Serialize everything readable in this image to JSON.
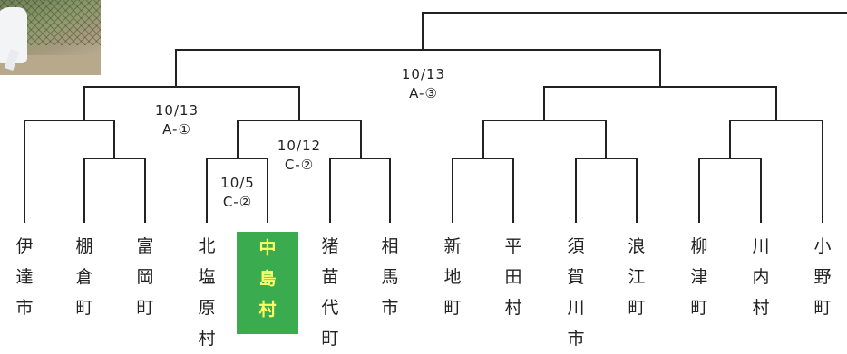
{
  "teams": [
    {
      "name": "伊達市"
    },
    {
      "name": "棚倉町"
    },
    {
      "name": "富岡町"
    },
    {
      "name": "北塩原村"
    },
    {
      "name": "中島村",
      "highlight": true
    },
    {
      "name": "猪苗代町"
    },
    {
      "name": "相馬市"
    },
    {
      "name": "新地町"
    },
    {
      "name": "平田村"
    },
    {
      "name": "須賀川市"
    },
    {
      "name": "浪江町"
    },
    {
      "name": "柳津町"
    },
    {
      "name": "川内村"
    },
    {
      "name": "小野町"
    }
  ],
  "matches": [
    {
      "date": "10/5",
      "code": "C-②"
    },
    {
      "date": "10/12",
      "code": "C-②"
    },
    {
      "date": "10/13",
      "code": "A-①"
    },
    {
      "date": "10/13",
      "code": "A-③"
    }
  ],
  "colors": {
    "line": "#222222",
    "highlight_bg": "#3aab4f",
    "highlight_text": "#ffff66"
  }
}
